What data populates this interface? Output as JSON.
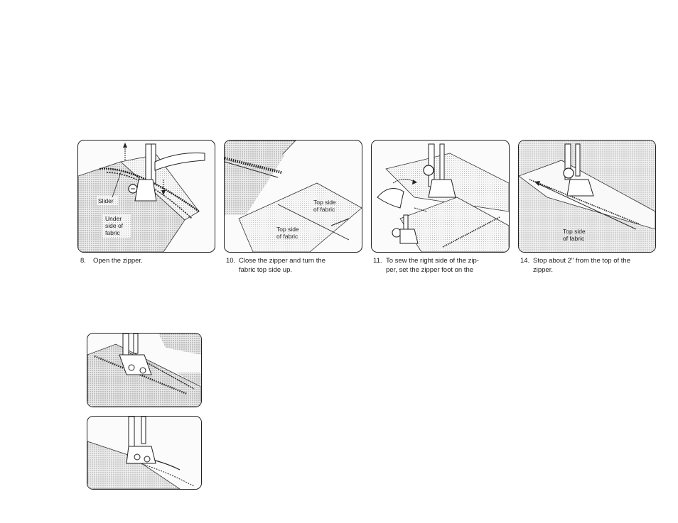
{
  "steps": [
    {
      "number": "8.",
      "text": "Open the zipper.",
      "labels": {
        "slider": "Slider",
        "under_1": "Under",
        "under_2": "side of",
        "under_3": "fabric"
      }
    },
    {
      "number": "10.",
      "text_line1": "Close  the  zipper  and  turn  the",
      "text_line2": "fabric top side up.",
      "labels": {
        "top_a_1": "Top side",
        "top_a_2": "of fabric",
        "top_b_1": "Top side",
        "top_b_2": "of fabric"
      }
    },
    {
      "number": "11.",
      "text_line1": "To sew the right side of the zip-",
      "text_line2": "per,  set  the  zipper  foot  on  the"
    },
    {
      "number": "14.",
      "text_line1": "Stop about 2\" from the top of the",
      "text_line2": "zipper.",
      "labels": {
        "top_1": "Top side",
        "top_2": "of fabric"
      }
    }
  ]
}
